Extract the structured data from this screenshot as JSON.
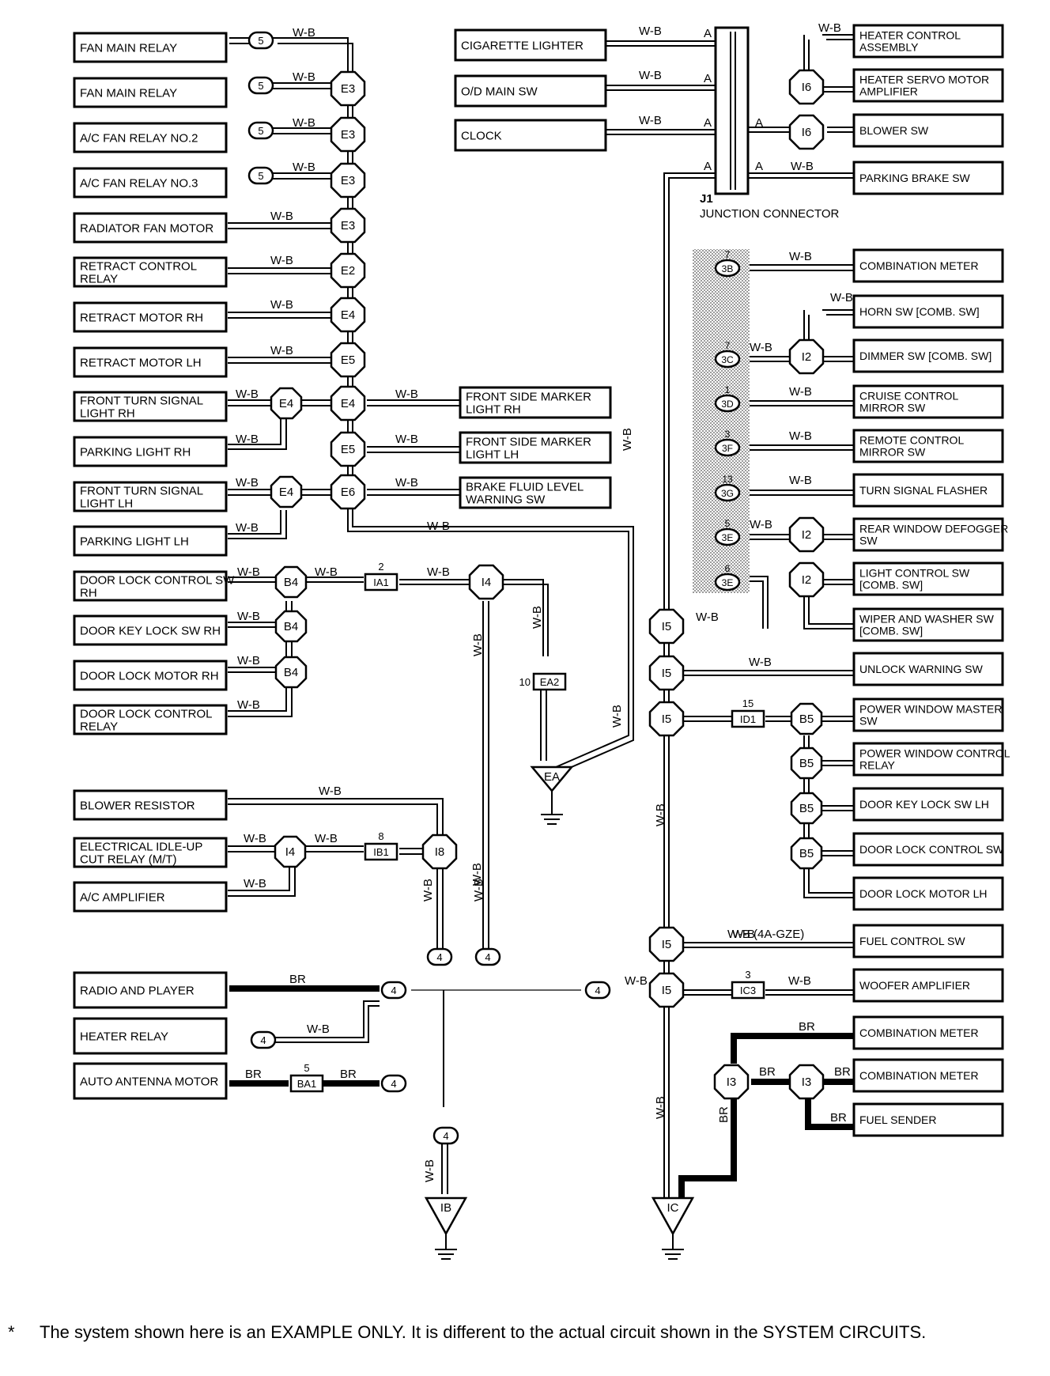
{
  "footnote": {
    "marker": "*",
    "text": "The system shown here is an EXAMPLE ONLY. It is different to the actual circuit shown in the SYSTEM CIRCUITS."
  },
  "wire_colors": {
    "wb": "W-B",
    "br": "BR"
  },
  "fuel_note": "W-B (4A-GZE)",
  "junction": {
    "id": "J1",
    "title": "JUNCTION CONNECTOR",
    "pin": "A"
  },
  "left_components": [
    "FAN MAIN RELAY",
    "FAN MAIN RELAY",
    "A/C FAN RELAY NO.2",
    "A/C FAN RELAY NO.3",
    "RADIATOR FAN MOTOR",
    "RETRACT CONTROL RELAY",
    "RETRACT MOTOR RH",
    "RETRACT MOTOR LH",
    "FRONT TURN SIGNAL LIGHT RH",
    "PARKING LIGHT RH",
    "FRONT TURN SIGNAL LIGHT LH",
    "PARKING LIGHT LH",
    "DOOR LOCK CONTROL SW RH",
    "DOOR KEY LOCK SW RH",
    "DOOR LOCK MOTOR RH",
    "DOOR LOCK CONTROL RELAY",
    "BLOWER RESISTOR",
    "ELECTRICAL IDLE-UP CUT RELAY (M/T)",
    "A/C AMPLIFIER",
    "RADIO AND PLAYER",
    "HEATER RELAY",
    "AUTO ANTENNA MOTOR"
  ],
  "center_components": [
    "FRONT SIDE MARKER LIGHT RH",
    "FRONT SIDE MARKER LIGHT LH",
    "BRAKE FLUID LEVEL WARNING SW",
    "CIGARETTE LIGHTER",
    "O/D MAIN SW",
    "CLOCK"
  ],
  "right_components": [
    "HEATER CONTROL ASSEMBLY",
    "HEATER SERVO MOTOR AMPLIFIER",
    "BLOWER SW",
    "PARKING BRAKE SW",
    "COMBINATION METER",
    "HORN SW [COMB. SW]",
    "DIMMER SW [COMB. SW]",
    "CRUISE CONTROL MIRROR SW",
    "REMOTE CONTROL MIRROR SW",
    "TURN SIGNAL FLASHER",
    "REAR WINDOW DEFOGGER SW",
    "LIGHT CONTROL SW [COMB. SW]",
    "WIPER AND WASHER SW [COMB. SW]",
    "UNLOCK WARNING SW",
    "POWER WINDOW MASTER SW",
    "POWER WINDOW CONTROL RELAY",
    "DOOR KEY LOCK SW LH",
    "DOOR LOCK CONTROL SW",
    "DOOR LOCK MOTOR LH",
    "FUEL CONTROL SW",
    "WOOFER AMPLIFIER",
    "COMBINATION METER",
    "COMBINATION METER",
    "FUEL SENDER"
  ],
  "splice_labels": [
    "E3",
    "E2",
    "E4",
    "E5",
    "E6",
    "B4",
    "I4",
    "I8",
    "I6",
    "I2",
    "I5",
    "B5",
    "I3"
  ],
  "connector_labels": [
    "IA1",
    "EA2",
    "IB1",
    "BA1",
    "ID1",
    "IC3",
    "3B",
    "3C",
    "3D",
    "3F",
    "3G",
    "3E"
  ],
  "pin_numbers": [
    "2",
    "10",
    "8",
    "5",
    "15",
    "3",
    "7",
    "1",
    "13",
    "6",
    "4"
  ],
  "grounds": [
    "EA",
    "IB",
    "IC"
  ]
}
